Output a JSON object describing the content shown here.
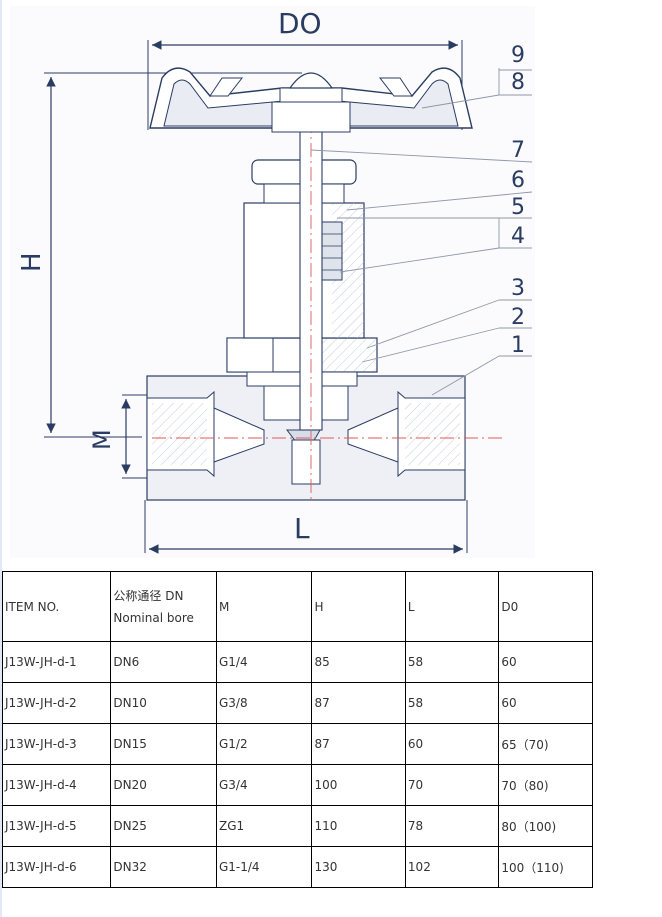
{
  "drawing": {
    "dimensions": {
      "do": "DO",
      "h": "H",
      "m": "M",
      "l": "L"
    },
    "part_numbers": [
      "9",
      "8",
      "7",
      "6",
      "5",
      "4",
      "3",
      "2",
      "1"
    ]
  },
  "table": {
    "headers": {
      "item_no": "ITEM NO.",
      "nominal_bore_cn": "公称通径 DN",
      "nominal_bore_en": "Nominal bore",
      "m": "M",
      "h": "H",
      "l": "L",
      "do": "D0"
    },
    "rows": [
      {
        "item": "J13W-JH-d-1",
        "dn": "DN6",
        "m": "G1/4",
        "h": "85",
        "l": "58",
        "do": "60"
      },
      {
        "item": "J13W-JH-d-2",
        "dn": "DN10",
        "m": "G3/8",
        "h": "87",
        "l": "58",
        "do": "60"
      },
      {
        "item": "J13W-JH-d-3",
        "dn": "DN15",
        "m": "G1/2",
        "h": "87",
        "l": "60",
        "do": "65（70)"
      },
      {
        "item": "J13W-JH-d-4",
        "dn": "DN20",
        "m": "G3/4",
        "h": "100",
        "l": "70",
        "do": "70（80)"
      },
      {
        "item": "J13W-JH-d-5",
        "dn": "DN25",
        "m": "ZG1",
        "h": "110",
        "l": "78",
        "do": "80（100)"
      },
      {
        "item": "J13W-JH-d-6",
        "dn": "DN32",
        "m": "G1-1/4",
        "h": "130",
        "l": "102",
        "do": "100（110)"
      }
    ]
  },
  "colors": {
    "line": "#2b3c63",
    "hatch": "#9aa3b5",
    "centerline": "#e05a5a",
    "shade": "#e9ecf2"
  }
}
